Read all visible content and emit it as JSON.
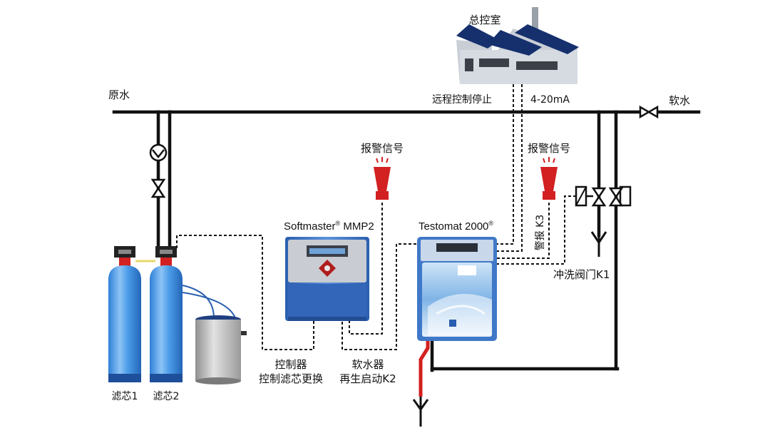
{
  "labels": {
    "control_room": "总控室",
    "raw_water": "原水",
    "soft_water": "软水",
    "remote_stop": "远程控制停止",
    "analog_signal": "4-20mA",
    "alarm_left": "报警信号",
    "alarm_right": "报警信号",
    "alarm_k3": "警报 K3",
    "flush_valve": "冲洗阀门K1",
    "controller_line1": "控制器",
    "controller_line2": "控制滤芯更换",
    "softener_line1": "软水器",
    "softener_line2": "再生启动K2",
    "filter1": "滤芯1",
    "filter2": "滤芯2"
  },
  "devices": {
    "softmaster_name": "Softmaster",
    "softmaster_sup": "®",
    "softmaster_model": " MMP2",
    "testomat_name": "Testomat 2000",
    "testomat_sup": "®"
  },
  "colors": {
    "pipe": "#111111",
    "alarm_red": "#d32020",
    "tank_blue": "#4a9be8",
    "device_blue": "#3f78c8",
    "roof_navy": "#16306e"
  }
}
